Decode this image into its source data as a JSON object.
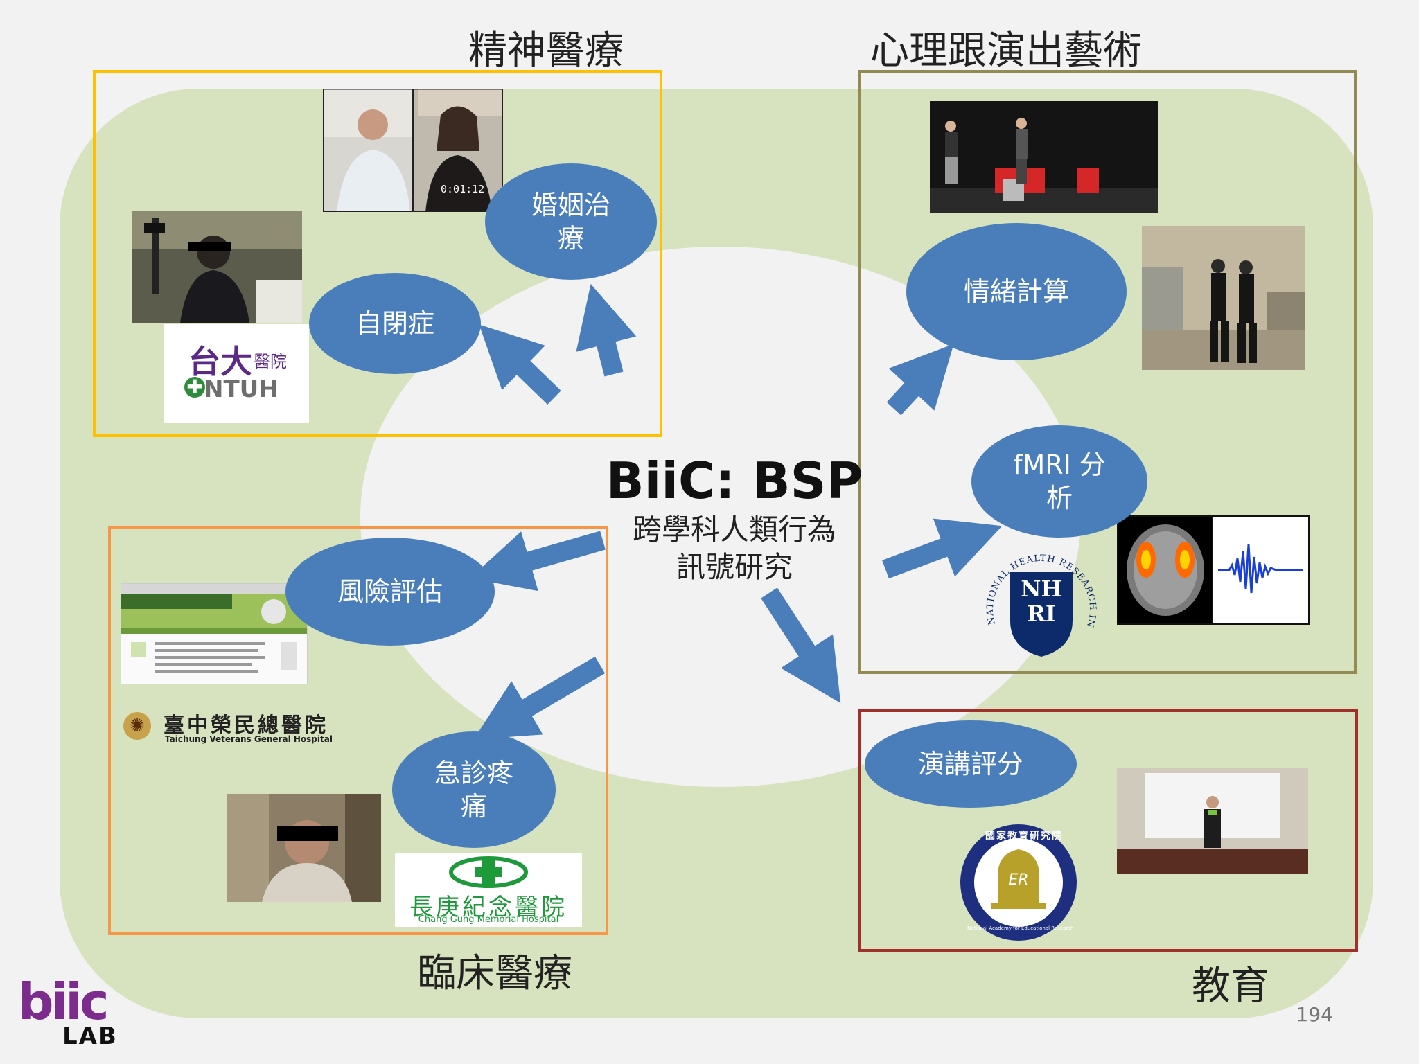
{
  "center": {
    "title": "BiiC: BSP",
    "subtitle": "跨學科人類行為\n訊號研究"
  },
  "categories": {
    "psychiatry": "精神醫療",
    "psychology_arts": "心理跟演出藝術",
    "clinical": "臨床醫療",
    "education": "教育"
  },
  "nodes": {
    "marriage": "婚姻治\n療",
    "autism": "自閉症",
    "emotion": "情緒計算",
    "fmri": "fMRI 分\n析",
    "risk": "風險評估",
    "emergency": "急診疼\n痛",
    "speech": "演講評分"
  },
  "logos": {
    "ntuh_cn": "台大",
    "ntuh_hosp": "醫院",
    "ntuh_en": "NTUH",
    "tcvgh_cn": "臺中榮民總醫院",
    "tcvgh_en": "Taichung Veterans General Hospital",
    "cgmh_cn": "長庚紀念醫院",
    "cgmh_en": "Chang Gung Memorial Hospital",
    "nhri_initials": "NH\nRI",
    "nhri_ring": "NATIONAL HEALTH RESEARCH INSTITUTES",
    "naer_cn": "國家教育研究院",
    "naer_en": "National Academy for Educational Research",
    "naer_mark": "ER"
  },
  "video": {
    "timestamp": "0:01:12"
  },
  "lab_logo": {
    "top": "biic",
    "bottom": "LAB"
  },
  "page_number": "194",
  "colors": {
    "green_bg": "#d7e3bf",
    "ellipse": "#4a7ebb",
    "arrow": "#4a7ebb",
    "box_psychiatry": "#ffc000",
    "box_psychology": "#948a54",
    "box_clinical": "#f79646",
    "box_education": "#a0302c"
  }
}
